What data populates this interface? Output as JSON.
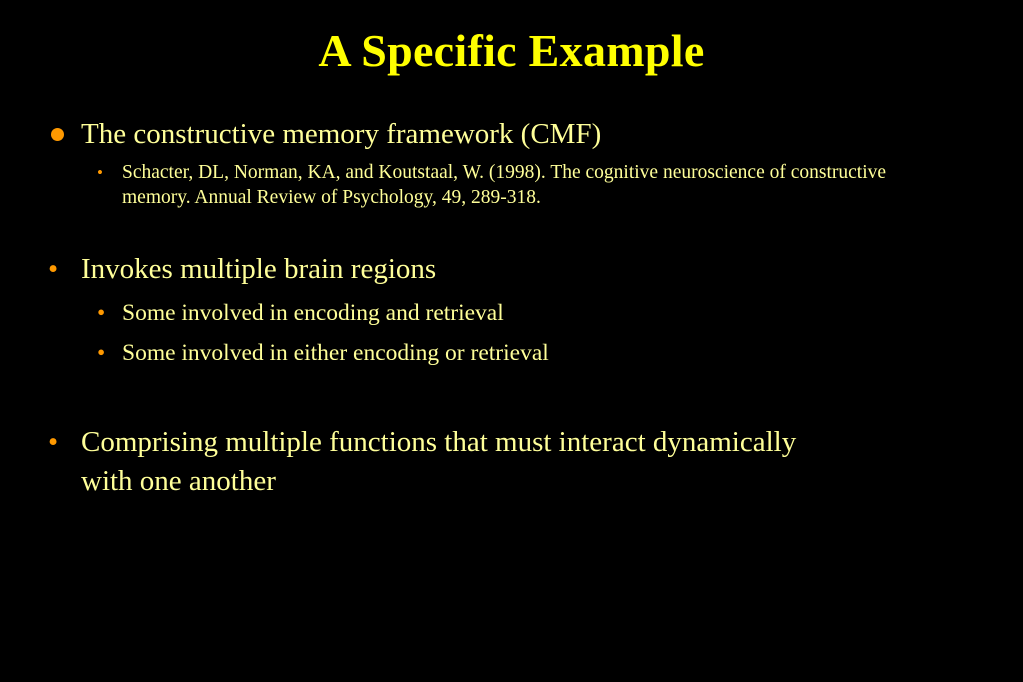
{
  "slide": {
    "title": "A Specific Example",
    "colors": {
      "background": "#000000",
      "title": "#FFFF00",
      "body_text": "#FFFF99",
      "bullet_marker": "#FF9900"
    },
    "bullets": [
      {
        "text": "The constructive memory framework (CMF)",
        "marker": "filled-circle",
        "sub": [
          {
            "marker": "•",
            "text": "Schacter, DL, Norman, KA, and Koutstaal, W. (1998). The cognitive neuroscience of constructive memory. Annual Review of Psychology, 49, 289-318."
          }
        ]
      },
      {
        "text": "Invokes multiple brain regions",
        "marker": "•",
        "sub": [
          {
            "marker": "•",
            "text": "Some involved in encoding and retrieval"
          },
          {
            "marker": "•",
            "text": "Some involved in either encoding or retrieval"
          }
        ]
      },
      {
        "text": "Comprising multiple functions that must interact dynamically with one another",
        "marker": "•",
        "sub": []
      }
    ]
  }
}
